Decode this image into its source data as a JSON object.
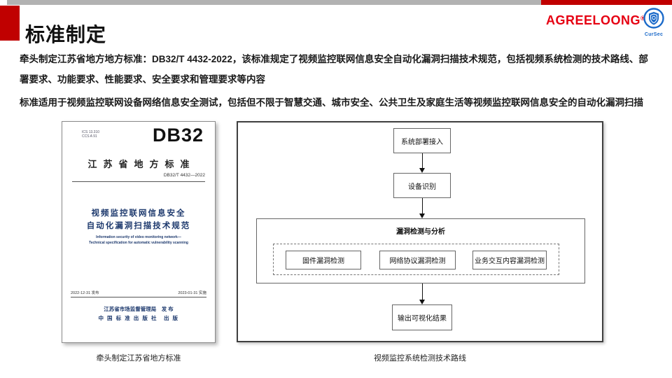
{
  "slide": {
    "title": "标准制定",
    "accent_color": "#c00000",
    "top_bar_gray": "#b2b2b2"
  },
  "brand": {
    "logo_text": "AGREELOONG",
    "registered_mark": "®",
    "logo_color": "#e60012",
    "shield_icon": "shield-in-circle",
    "shield_label": "CurSec",
    "shield_color": "#1b6ac9"
  },
  "intro": {
    "paragraph1": "牵头制定江苏省地方地方标准：DB32/T 4432-2022，该标准规定了视频监控联网信息安全自动化漏洞扫描技术规范，包括视频系统检测的技术路线、部署要求、功能要求、性能要求、安全要求和管理要求等内容",
    "paragraph2": "标准适用于视频监控联网设备网络信息安全测试，包括但不限于智慧交通、城市安全、公共卫生及家庭生活等视频监控联网信息安全的自动化漏洞扫描"
  },
  "document_cover": {
    "ics_line1": "ICS 13.310",
    "ics_line2": "CCS A 91",
    "code_large": "DB32",
    "standard_type": "江苏省地方标准",
    "standard_number": "DB32/T 4432—2022",
    "title_cn_line1": "视频监控联网信息安全",
    "title_cn_line2": "自动化漏洞扫描技术规范",
    "subtitle_en_line1": "Information security of video monitoring network—",
    "subtitle_en_line2": "Technical specification for automatic vulnerability scanning",
    "issue_date": "2022-12-31 发布",
    "implement_date": "2023-01-31 实施",
    "issuer_line": "江苏省市场监督管理局　发 布",
    "publisher_line": "中 国 标 准 出 版 社　出 版",
    "caption": "牵头制定江苏省地方标准"
  },
  "flowchart": {
    "caption": "视频监控系统检测技术路线",
    "nodes": {
      "deploy": "系统部署接入",
      "identify": "设备识别",
      "analysis_group": "漏洞检测与分析",
      "firmware": "固件漏洞检测",
      "protocol": "网络协议漏洞检测",
      "business": "业务交互内容漏洞检测",
      "output": "输出可视化结果"
    }
  }
}
